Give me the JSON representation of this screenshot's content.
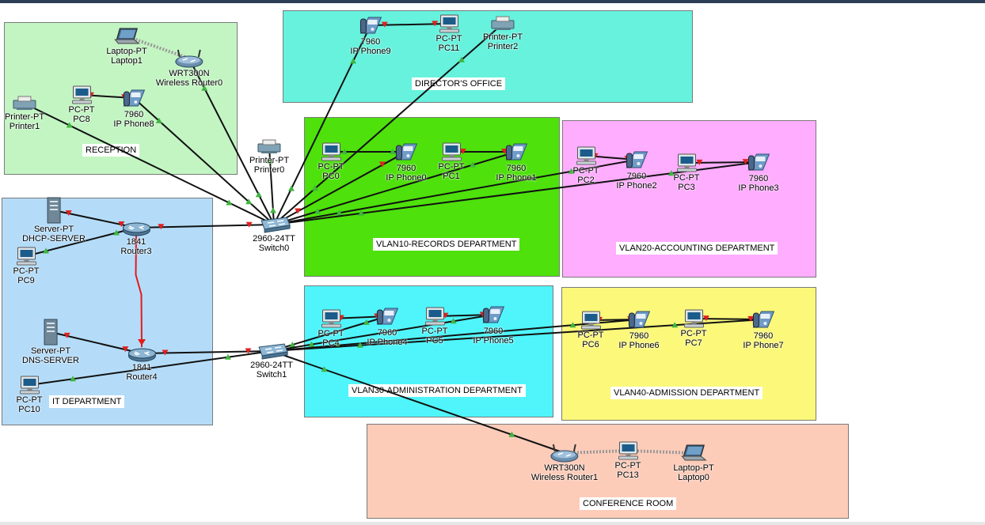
{
  "zones": [
    {
      "id": "reception",
      "label": "RECEPTION",
      "color": "#c3f5c3"
    },
    {
      "id": "directors",
      "label": "DIRECTOR'S OFFICE",
      "color": "#66f2dd"
    },
    {
      "id": "vlan10",
      "label": "VLAN10-RECORDS DEPARTMENT",
      "color": "#4ee10c"
    },
    {
      "id": "vlan20",
      "label": "VLAN20-ACCOUNTING DEPARTMENT",
      "color": "#ffadff"
    },
    {
      "id": "it",
      "label": "IT DEPARTMENT",
      "color": "#b4dcf9"
    },
    {
      "id": "vlan30",
      "label": "VLAN30-ADMINISTRATION DEPARTMENT",
      "color": "#4ff5fb"
    },
    {
      "id": "vlan40",
      "label": "VLAN40-ADMISSION DEPARTMENT",
      "color": "#fbf87a"
    },
    {
      "id": "conference",
      "label": "CONFERENCE ROOM",
      "color": "#fdccb9"
    }
  ],
  "devices": {
    "laptop1": {
      "type": "laptop",
      "model": "Laptop-PT",
      "name": "Laptop1",
      "icon": "laptop-icon"
    },
    "wrouter0": {
      "type": "wrouter",
      "model": "WRT300N",
      "name": "Wireless Router0",
      "icon": "wireless-router-icon"
    },
    "pc8": {
      "type": "pc",
      "model": "PC-PT",
      "name": "PC8",
      "icon": "pc-icon"
    },
    "ipphone8": {
      "type": "phone",
      "model": "7960",
      "name": "IP Phone8",
      "icon": "ip-phone-icon"
    },
    "printer1": {
      "type": "printer",
      "model": "Printer-PT",
      "name": "Printer1",
      "icon": "printer-icon"
    },
    "ipphone9": {
      "type": "phone",
      "model": "7960",
      "name": "IP Phone9",
      "icon": "ip-phone-icon"
    },
    "pc11": {
      "type": "pc",
      "model": "PC-PT",
      "name": "PC11",
      "icon": "pc-icon"
    },
    "printer2": {
      "type": "printer",
      "model": "Printer-PT",
      "name": "Printer2",
      "icon": "printer-icon"
    },
    "printer0": {
      "type": "printer",
      "model": "Printer-PT",
      "name": "Printer0",
      "icon": "printer-icon"
    },
    "pc0": {
      "type": "pc",
      "model": "PC-PT",
      "name": "PC0",
      "icon": "pc-icon"
    },
    "ipphone0": {
      "type": "phone",
      "model": "7960",
      "name": "IP Phone0",
      "icon": "ip-phone-icon"
    },
    "pc1": {
      "type": "pc",
      "model": "PC-PT",
      "name": "PC1",
      "icon": "pc-icon"
    },
    "ipphone1": {
      "type": "phone",
      "model": "7960",
      "name": "IP Phone1",
      "icon": "ip-phone-icon"
    },
    "pc2": {
      "type": "pc",
      "model": "PC-PT",
      "name": "PC2",
      "icon": "pc-icon"
    },
    "ipphone2": {
      "type": "phone",
      "model": "7960",
      "name": "IP Phone2",
      "icon": "ip-phone-icon"
    },
    "pc3": {
      "type": "pc",
      "model": "PC-PT",
      "name": "PC3",
      "icon": "pc-icon"
    },
    "ipphone3": {
      "type": "phone",
      "model": "7960",
      "name": "IP Phone3",
      "icon": "ip-phone-icon"
    },
    "switch0": {
      "type": "switch",
      "model": "2960-24TT",
      "name": "Switch0",
      "icon": "switch-icon"
    },
    "dhcp": {
      "type": "server",
      "model": "Server-PT",
      "name": "DHCP-SERVER",
      "icon": "server-icon"
    },
    "router3": {
      "type": "router",
      "model": "1841",
      "name": "Router3",
      "icon": "router-icon"
    },
    "pc9": {
      "type": "pc",
      "model": "PC-PT",
      "name": "PC9",
      "icon": "pc-icon"
    },
    "dns": {
      "type": "server",
      "model": "Server-PT",
      "name": "DNS-SERVER",
      "icon": "server-icon"
    },
    "router4": {
      "type": "router",
      "model": "1841",
      "name": "Router4",
      "icon": "router-icon"
    },
    "pc10": {
      "type": "pc",
      "model": "PC-PT",
      "name": "PC10",
      "icon": "pc-icon"
    },
    "switch1": {
      "type": "switch",
      "model": "2960-24TT",
      "name": "Switch1",
      "icon": "switch-icon"
    },
    "pc4": {
      "type": "pc",
      "model": "PC-PT",
      "name": "PC4",
      "icon": "pc-icon"
    },
    "ipphone4": {
      "type": "phone",
      "model": "7960",
      "name": "IP Phone4",
      "icon": "ip-phone-icon"
    },
    "pc5": {
      "type": "pc",
      "model": "PC-PT",
      "name": "PC5",
      "icon": "pc-icon"
    },
    "ipphone5": {
      "type": "phone",
      "model": "7960",
      "name": "IP Phone5",
      "icon": "ip-phone-icon"
    },
    "pc6": {
      "type": "pc",
      "model": "PC-PT",
      "name": "PC6",
      "icon": "pc-icon"
    },
    "ipphone6": {
      "type": "phone",
      "model": "7960",
      "name": "IP Phone6",
      "icon": "ip-phone-icon"
    },
    "pc7": {
      "type": "pc",
      "model": "PC-PT",
      "name": "PC7",
      "icon": "pc-icon"
    },
    "ipphone7": {
      "type": "phone",
      "model": "7960",
      "name": "IP Phone7",
      "icon": "ip-phone-icon"
    },
    "wrouter1": {
      "type": "wrouter",
      "model": "WRT300N",
      "name": "Wireless Router1",
      "icon": "wireless-router-icon"
    },
    "pc13": {
      "type": "pc",
      "model": "PC-PT",
      "name": "PC13",
      "icon": "pc-icon"
    },
    "laptop0": {
      "type": "laptop",
      "model": "Laptop-PT",
      "name": "Laptop0",
      "icon": "laptop-icon"
    }
  },
  "links": [
    {
      "from": "switch0",
      "to": "printer1",
      "kind": "copper",
      "state": "up"
    },
    {
      "from": "switch0",
      "to": "ipphone8",
      "kind": "copper",
      "state": "up"
    },
    {
      "from": "switch0",
      "to": "wrouter0",
      "kind": "copper",
      "state": "up"
    },
    {
      "from": "switch0",
      "to": "printer0",
      "kind": "copper",
      "state": "up"
    },
    {
      "from": "switch0",
      "to": "ipphone9",
      "kind": "copper",
      "state": "up"
    },
    {
      "from": "switch0",
      "to": "printer2",
      "kind": "copper",
      "state": "up"
    },
    {
      "from": "switch0",
      "to": "ipphone0",
      "kind": "copper",
      "state": "down"
    },
    {
      "from": "switch0",
      "to": "ipphone1",
      "kind": "copper",
      "state": "up"
    },
    {
      "from": "switch0",
      "to": "ipphone2",
      "kind": "copper",
      "state": "up"
    },
    {
      "from": "switch0",
      "to": "ipphone3",
      "kind": "copper",
      "state": "up"
    },
    {
      "from": "switch0",
      "to": "router3",
      "kind": "copper",
      "state": "down"
    },
    {
      "from": "pc8",
      "to": "ipphone8",
      "kind": "copper",
      "state": "down"
    },
    {
      "from": "ipphone9",
      "to": "pc11",
      "kind": "copper",
      "state": "down"
    },
    {
      "from": "pc0",
      "to": "ipphone0",
      "kind": "copper",
      "state": "up"
    },
    {
      "from": "pc1",
      "to": "ipphone1",
      "kind": "copper",
      "state": "down"
    },
    {
      "from": "pc2",
      "to": "ipphone2",
      "kind": "copper",
      "state": "down"
    },
    {
      "from": "pc3",
      "to": "ipphone3",
      "kind": "copper",
      "state": "down"
    },
    {
      "from": "laptop1",
      "to": "wrouter0",
      "kind": "wireless",
      "state": "up"
    },
    {
      "from": "dhcp",
      "to": "router3",
      "kind": "copper",
      "state": "down"
    },
    {
      "from": "router3",
      "to": "pc9",
      "kind": "copper",
      "state": "up"
    },
    {
      "from": "router3",
      "to": "router4",
      "kind": "serial",
      "state": "down"
    },
    {
      "from": "dns",
      "to": "router4",
      "kind": "copper",
      "state": "down"
    },
    {
      "from": "router4",
      "to": "switch1",
      "kind": "copper",
      "state": "down"
    },
    {
      "from": "switch1",
      "to": "pc10",
      "kind": "copper",
      "state": "up"
    },
    {
      "from": "switch1",
      "to": "ipphone4",
      "kind": "copper",
      "state": "up"
    },
    {
      "from": "switch1",
      "to": "ipphone5",
      "kind": "copper",
      "state": "up"
    },
    {
      "from": "switch1",
      "to": "ipphone6",
      "kind": "copper",
      "state": "up"
    },
    {
      "from": "switch1",
      "to": "ipphone7",
      "kind": "copper",
      "state": "up"
    },
    {
      "from": "switch1",
      "to": "wrouter1",
      "kind": "copper",
      "state": "up"
    },
    {
      "from": "pc4",
      "to": "ipphone4",
      "kind": "copper",
      "state": "down"
    },
    {
      "from": "pc5",
      "to": "ipphone5",
      "kind": "copper",
      "state": "down"
    },
    {
      "from": "pc6",
      "to": "ipphone6",
      "kind": "copper",
      "state": "down"
    },
    {
      "from": "pc7",
      "to": "ipphone7",
      "kind": "copper",
      "state": "down"
    },
    {
      "from": "wrouter1",
      "to": "pc13",
      "kind": "wireless",
      "state": "up"
    },
    {
      "from": "pc13",
      "to": "laptop0",
      "kind": "wireless",
      "state": "up"
    }
  ],
  "colors": {
    "link": "#111111",
    "serial": "#e21b1b",
    "up": "#3fb53f",
    "down": "#e02020",
    "wireless": "#999999"
  }
}
